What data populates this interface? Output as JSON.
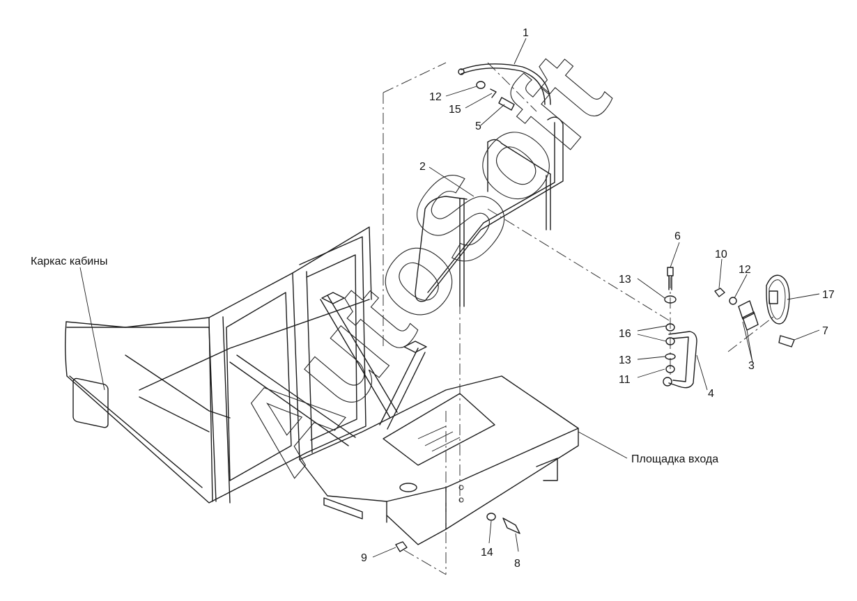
{
  "labels": {
    "cabin_frame": "Каркас кабины",
    "entry_platform": "Площадка входа",
    "watermark": "AutoSoft"
  },
  "callouts": {
    "p1": "1",
    "p2": "2",
    "p3": "3",
    "p4": "4",
    "p5": "5",
    "p6": "6",
    "p7": "7",
    "p8": "8",
    "p9": "9",
    "p10": "10",
    "p11": "11",
    "p12a": "12",
    "p12b": "12",
    "p13a": "13",
    "p13b": "13",
    "p14": "14",
    "p15": "15",
    "p16": "16",
    "p17": "17"
  }
}
